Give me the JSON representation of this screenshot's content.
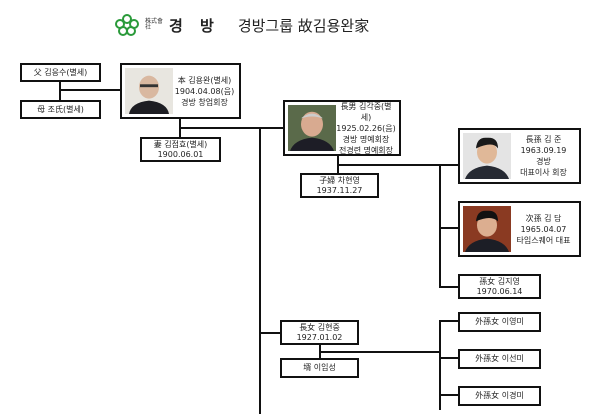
{
  "header": {
    "corp_mark": "株式會社",
    "brand": "경 방",
    "title": "경방그룹 故김용완家",
    "logo_color": "#2a9a3a"
  },
  "people": {
    "father": {
      "label": "父 김응수(별세)"
    },
    "mother": {
      "label": "母 조氏(별세)"
    },
    "founder": {
      "line1": "本 김용완(별세)",
      "line2": "1904.04.08(음)",
      "line3": "경방 창업회장"
    },
    "wife": {
      "line1": "妻 김점효(별세)",
      "line2": "1900.06.01"
    },
    "eldest_son": {
      "line1": "長男 김각중(별세)",
      "line2": "1925.02.26(음)",
      "line3": "경방 명예회장",
      "line4": "전경련 명예회장"
    },
    "daughter_in_law": {
      "line1": "子婦 차현영",
      "line2": "1937.11.27"
    },
    "eldest_grandson": {
      "line1": "長孫 김 준",
      "line2": "1963.09.19",
      "line3": "경방",
      "line4": "대표이사 회장"
    },
    "second_grandson": {
      "line1": "次孫 김 담",
      "line2": "1965.04.07",
      "line3": "타임스퀘어 대표"
    },
    "granddaughter": {
      "line1": "孫女 김지영",
      "line2": "1970.06.14"
    },
    "eldest_daughter": {
      "line1": "長女 김현중",
      "line2": "1927.01.02"
    },
    "son_in_law": {
      "label": "壻 이임성"
    },
    "maternal_granddaughters": [
      {
        "label": "外孫女 이영미"
      },
      {
        "label": "外孫女 이선미"
      },
      {
        "label": "外孫女 이경미"
      }
    ]
  }
}
